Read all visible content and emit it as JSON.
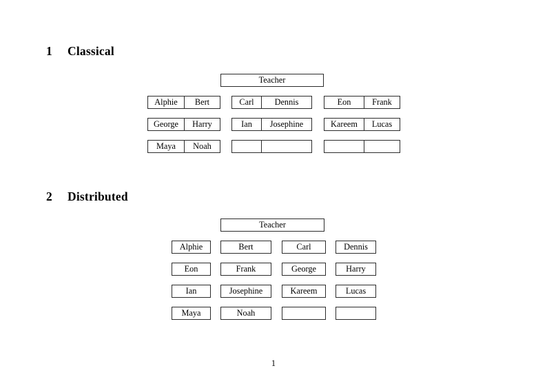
{
  "document": {
    "page_number": "1"
  },
  "sections": [
    {
      "number": "1",
      "title": "Classical",
      "teacher_label": "Teacher",
      "layout": "paired",
      "groups_per_row": 3,
      "rows": [
        [
          [
            "Alphie",
            "Bert"
          ],
          [
            "Carl",
            "Dennis"
          ],
          [
            "Eon",
            "Frank"
          ]
        ],
        [
          [
            "George",
            "Harry"
          ],
          [
            "Ian",
            "Josephine"
          ],
          [
            "Kareem",
            "Lucas"
          ]
        ],
        [
          [
            "Maya",
            "Noah"
          ],
          [
            "",
            ""
          ],
          [
            "",
            ""
          ]
        ]
      ]
    },
    {
      "number": "2",
      "title": "Distributed",
      "teacher_label": "Teacher",
      "layout": "individual",
      "boxes_per_row": 4,
      "rows": [
        [
          "Alphie",
          "Bert",
          "Carl",
          "Dennis"
        ],
        [
          "Eon",
          "Frank",
          "George",
          "Harry"
        ],
        [
          "Ian",
          "Josephine",
          "Kareem",
          "Lucas"
        ],
        [
          "Maya",
          "Noah",
          "",
          ""
        ]
      ]
    }
  ]
}
